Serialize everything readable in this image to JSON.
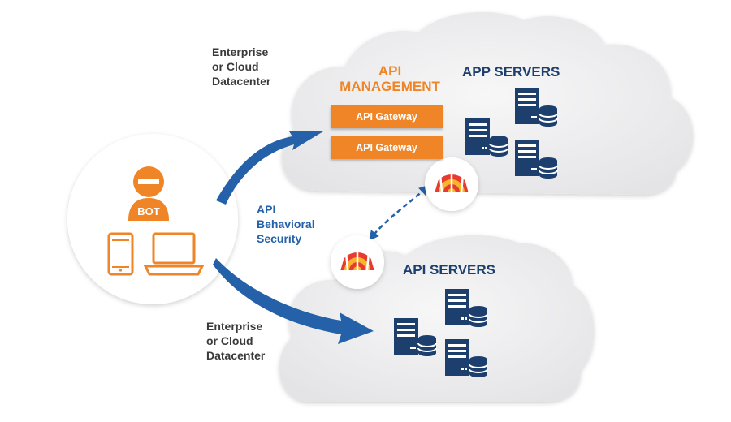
{
  "top_cloud": {
    "datacenter_label": [
      "Enterprise",
      "or Cloud",
      "Datacenter"
    ],
    "api_management_title": [
      "API",
      "MANAGEMENT"
    ],
    "gateways": [
      "API Gateway",
      "API Gateway"
    ],
    "app_servers_title": "APP SERVERS"
  },
  "bottom_cloud": {
    "datacenter_label": [
      "Enterprise",
      "or Cloud",
      "Datacenter"
    ],
    "api_servers_title": "API SERVERS"
  },
  "bot": {
    "label": "BOT"
  },
  "behavioral_security": [
    "API",
    "Behavioral",
    "Security"
  ],
  "colors": {
    "orange": "#ef8527",
    "navy": "#1c3f6e",
    "blue_arrow": "#2461a8",
    "cloud": "#eeeeef",
    "logo_red": "#e63b2e",
    "logo_yellow": "#f7b52b"
  },
  "icons": [
    "bot-user-icon",
    "smartphone-icon",
    "laptop-icon",
    "server-icon",
    "database-icon",
    "security-logo-icon"
  ]
}
